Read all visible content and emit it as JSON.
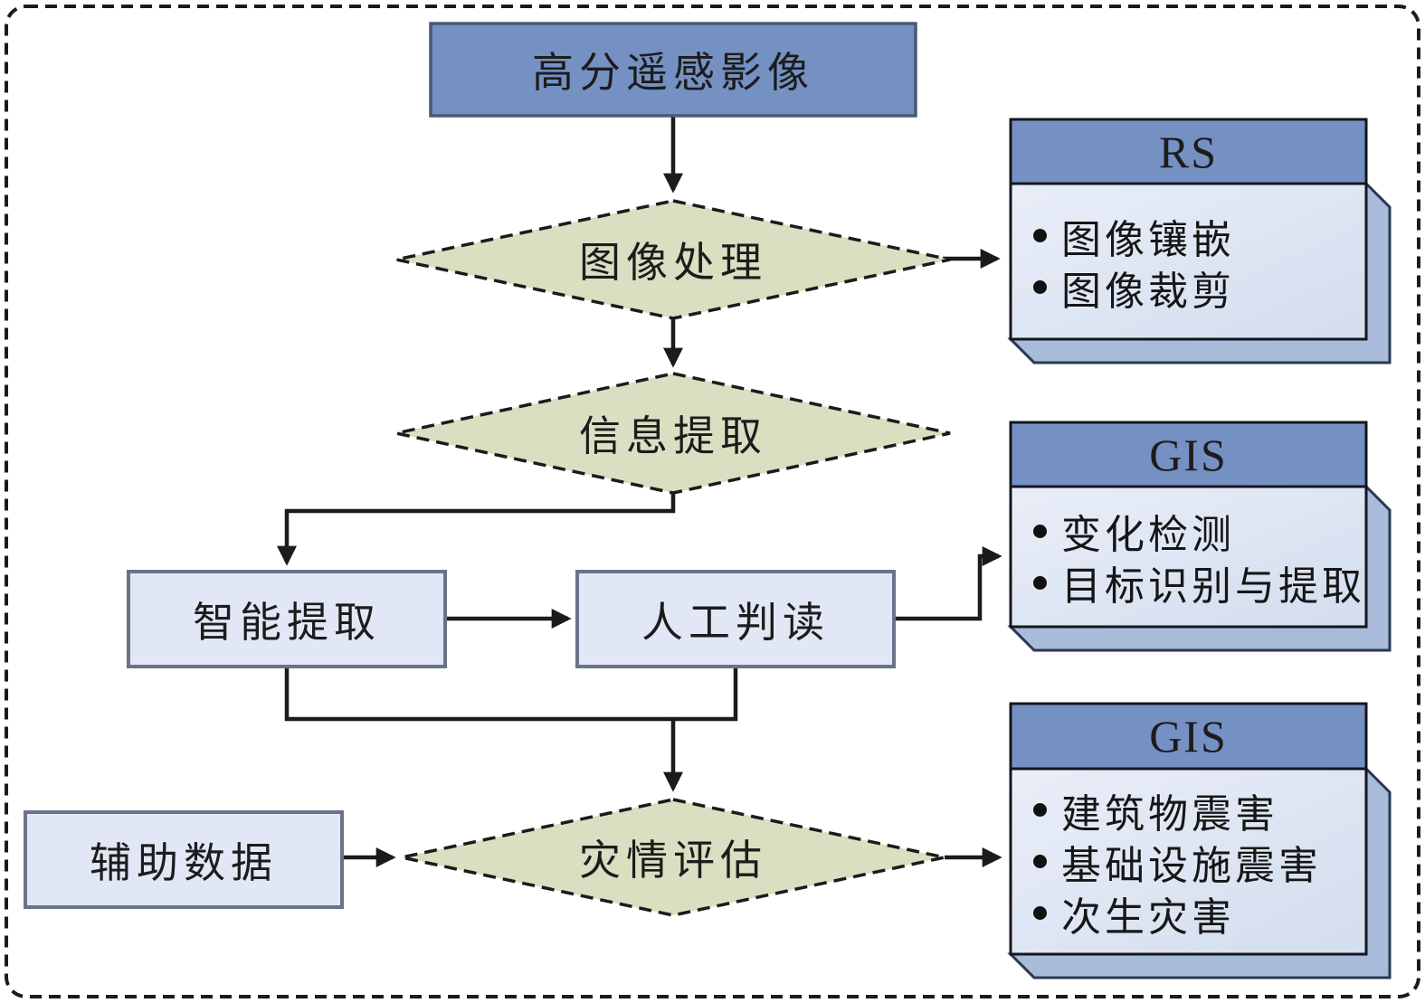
{
  "colors": {
    "node-blue": "#7591c3",
    "diamond-green": "#d9dfc1",
    "box-light": "#e1e7f4",
    "panel-body-light": "#e9eef8",
    "panel-body-dark": "#d3ddee",
    "panel-depth": "#a8bbd9",
    "line-dark": "#1b1b1b"
  },
  "flowchart": {
    "source_box": {
      "label": "高分遥感影像"
    },
    "decision_image_processing": {
      "label": "图像处理"
    },
    "decision_info_extraction": {
      "label": "信息提取"
    },
    "process_intelligent_extraction": {
      "label": "智能提取"
    },
    "process_manual_interpretation": {
      "label": "人工判读"
    },
    "input_auxiliary_data": {
      "label": "辅助数据"
    },
    "decision_disaster_assessment": {
      "label": "灾情评估"
    }
  },
  "panels": [
    {
      "header": "RS",
      "items": [
        "图像镶嵌",
        "图像裁剪"
      ]
    },
    {
      "header": "GIS",
      "items": [
        "变化检测",
        "目标识别与提取"
      ]
    },
    {
      "header": "GIS",
      "items": [
        "建筑物震害",
        "基础设施震害",
        "次生灾害"
      ]
    }
  ]
}
